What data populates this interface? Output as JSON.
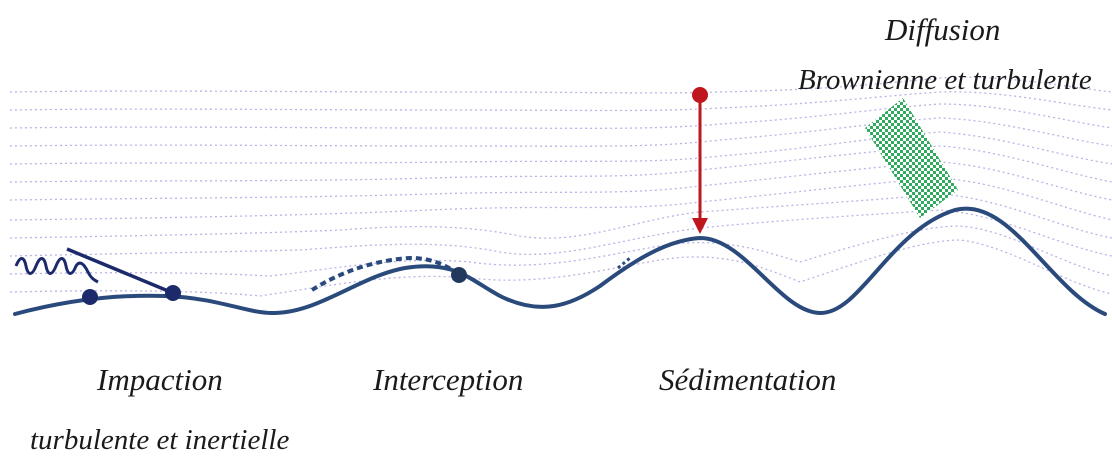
{
  "labels": {
    "impaction": "Impaction",
    "impaction_sub": "turbulente et inertielle",
    "interception": "Interception",
    "sedimentation": "Sédimentation",
    "diffusion": "Diffusion",
    "diffusion_sub": "Brownienne et turbulente"
  },
  "colors": {
    "surface": "#2a4a7c",
    "streamlines": "#b9b3e6",
    "particle_dark": "#1c2a6b",
    "sedimentation_arrow": "#c0161e",
    "diffusion_particles": "#2faa5e",
    "text": "#1a1a1a"
  }
}
